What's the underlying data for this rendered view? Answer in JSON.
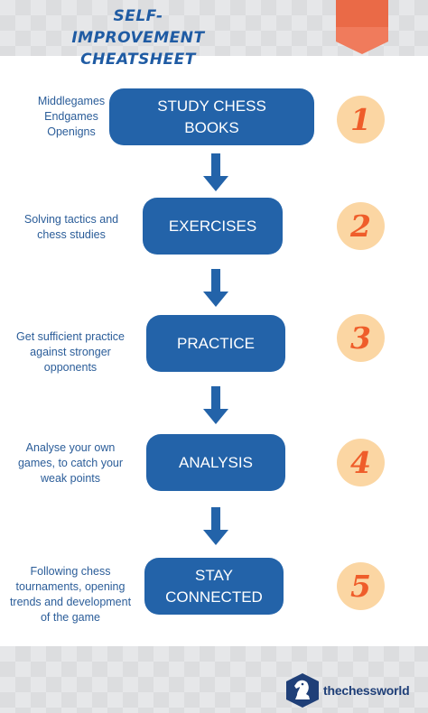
{
  "header": {
    "title": "SELF-IMPROVEMENT CHEATSHEET"
  },
  "steps": [
    {
      "number": "1",
      "label": "STUDY CHESS BOOKS",
      "note": "Middlegames\nEndgames\nOpenigns"
    },
    {
      "number": "2",
      "label": "EXERCISES",
      "note": "Solving tactics and\nchess studies"
    },
    {
      "number": "3",
      "label": "PRACTICE",
      "note": "Get sufficient practice\nagainst stronger\nopponents"
    },
    {
      "number": "4",
      "label": "ANALYSIS",
      "note": "Analyse your own\ngames, to catch your\nweak points"
    },
    {
      "number": "5",
      "label": "STAY CONNECTED",
      "note": "Following chess\ntournaments, opening\ntrends and development\nof the game"
    }
  ],
  "footer": {
    "brand": "thechessworld"
  },
  "colors": {
    "box": "#2363a9",
    "arrow": "#2363a9",
    "circle": "#fbd6a3",
    "number": "#ef5d2a",
    "ribbon": "#f07b5c"
  }
}
